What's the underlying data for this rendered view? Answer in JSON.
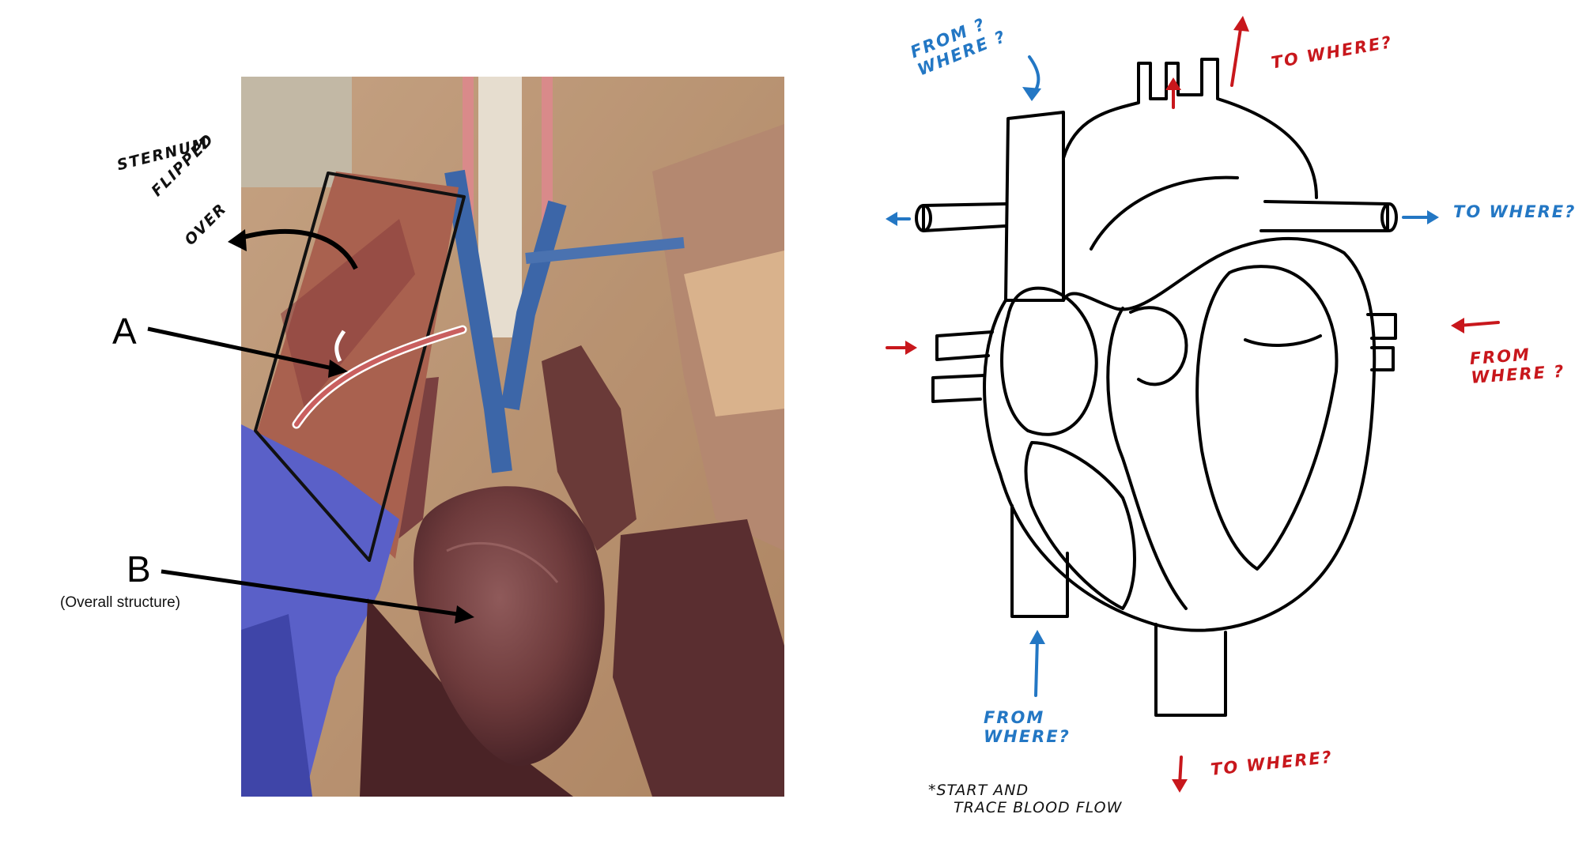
{
  "photo_labels": {
    "a": "A",
    "b": "B",
    "b_note": "(Overall structure)",
    "sternum_note": [
      "STERNUM",
      "FLIPPED",
      "OVER"
    ]
  },
  "diagram_labels": {
    "top_left_from": [
      "FROM ?",
      "WHERE ?"
    ],
    "top_right_to": "TO WHERE?",
    "right_upper_to": "TO WHERE?",
    "right_from": [
      "FROM",
      "WHERE ?"
    ],
    "bottom_from": [
      "FROM",
      "WHERE?"
    ],
    "bottom_to": "TO WHERE?",
    "footnote": [
      "*START AND",
      "TRACE BLOOD FLOW"
    ]
  },
  "colors": {
    "blue_arrow": "#2377c4",
    "red_arrow": "#c8171c"
  }
}
